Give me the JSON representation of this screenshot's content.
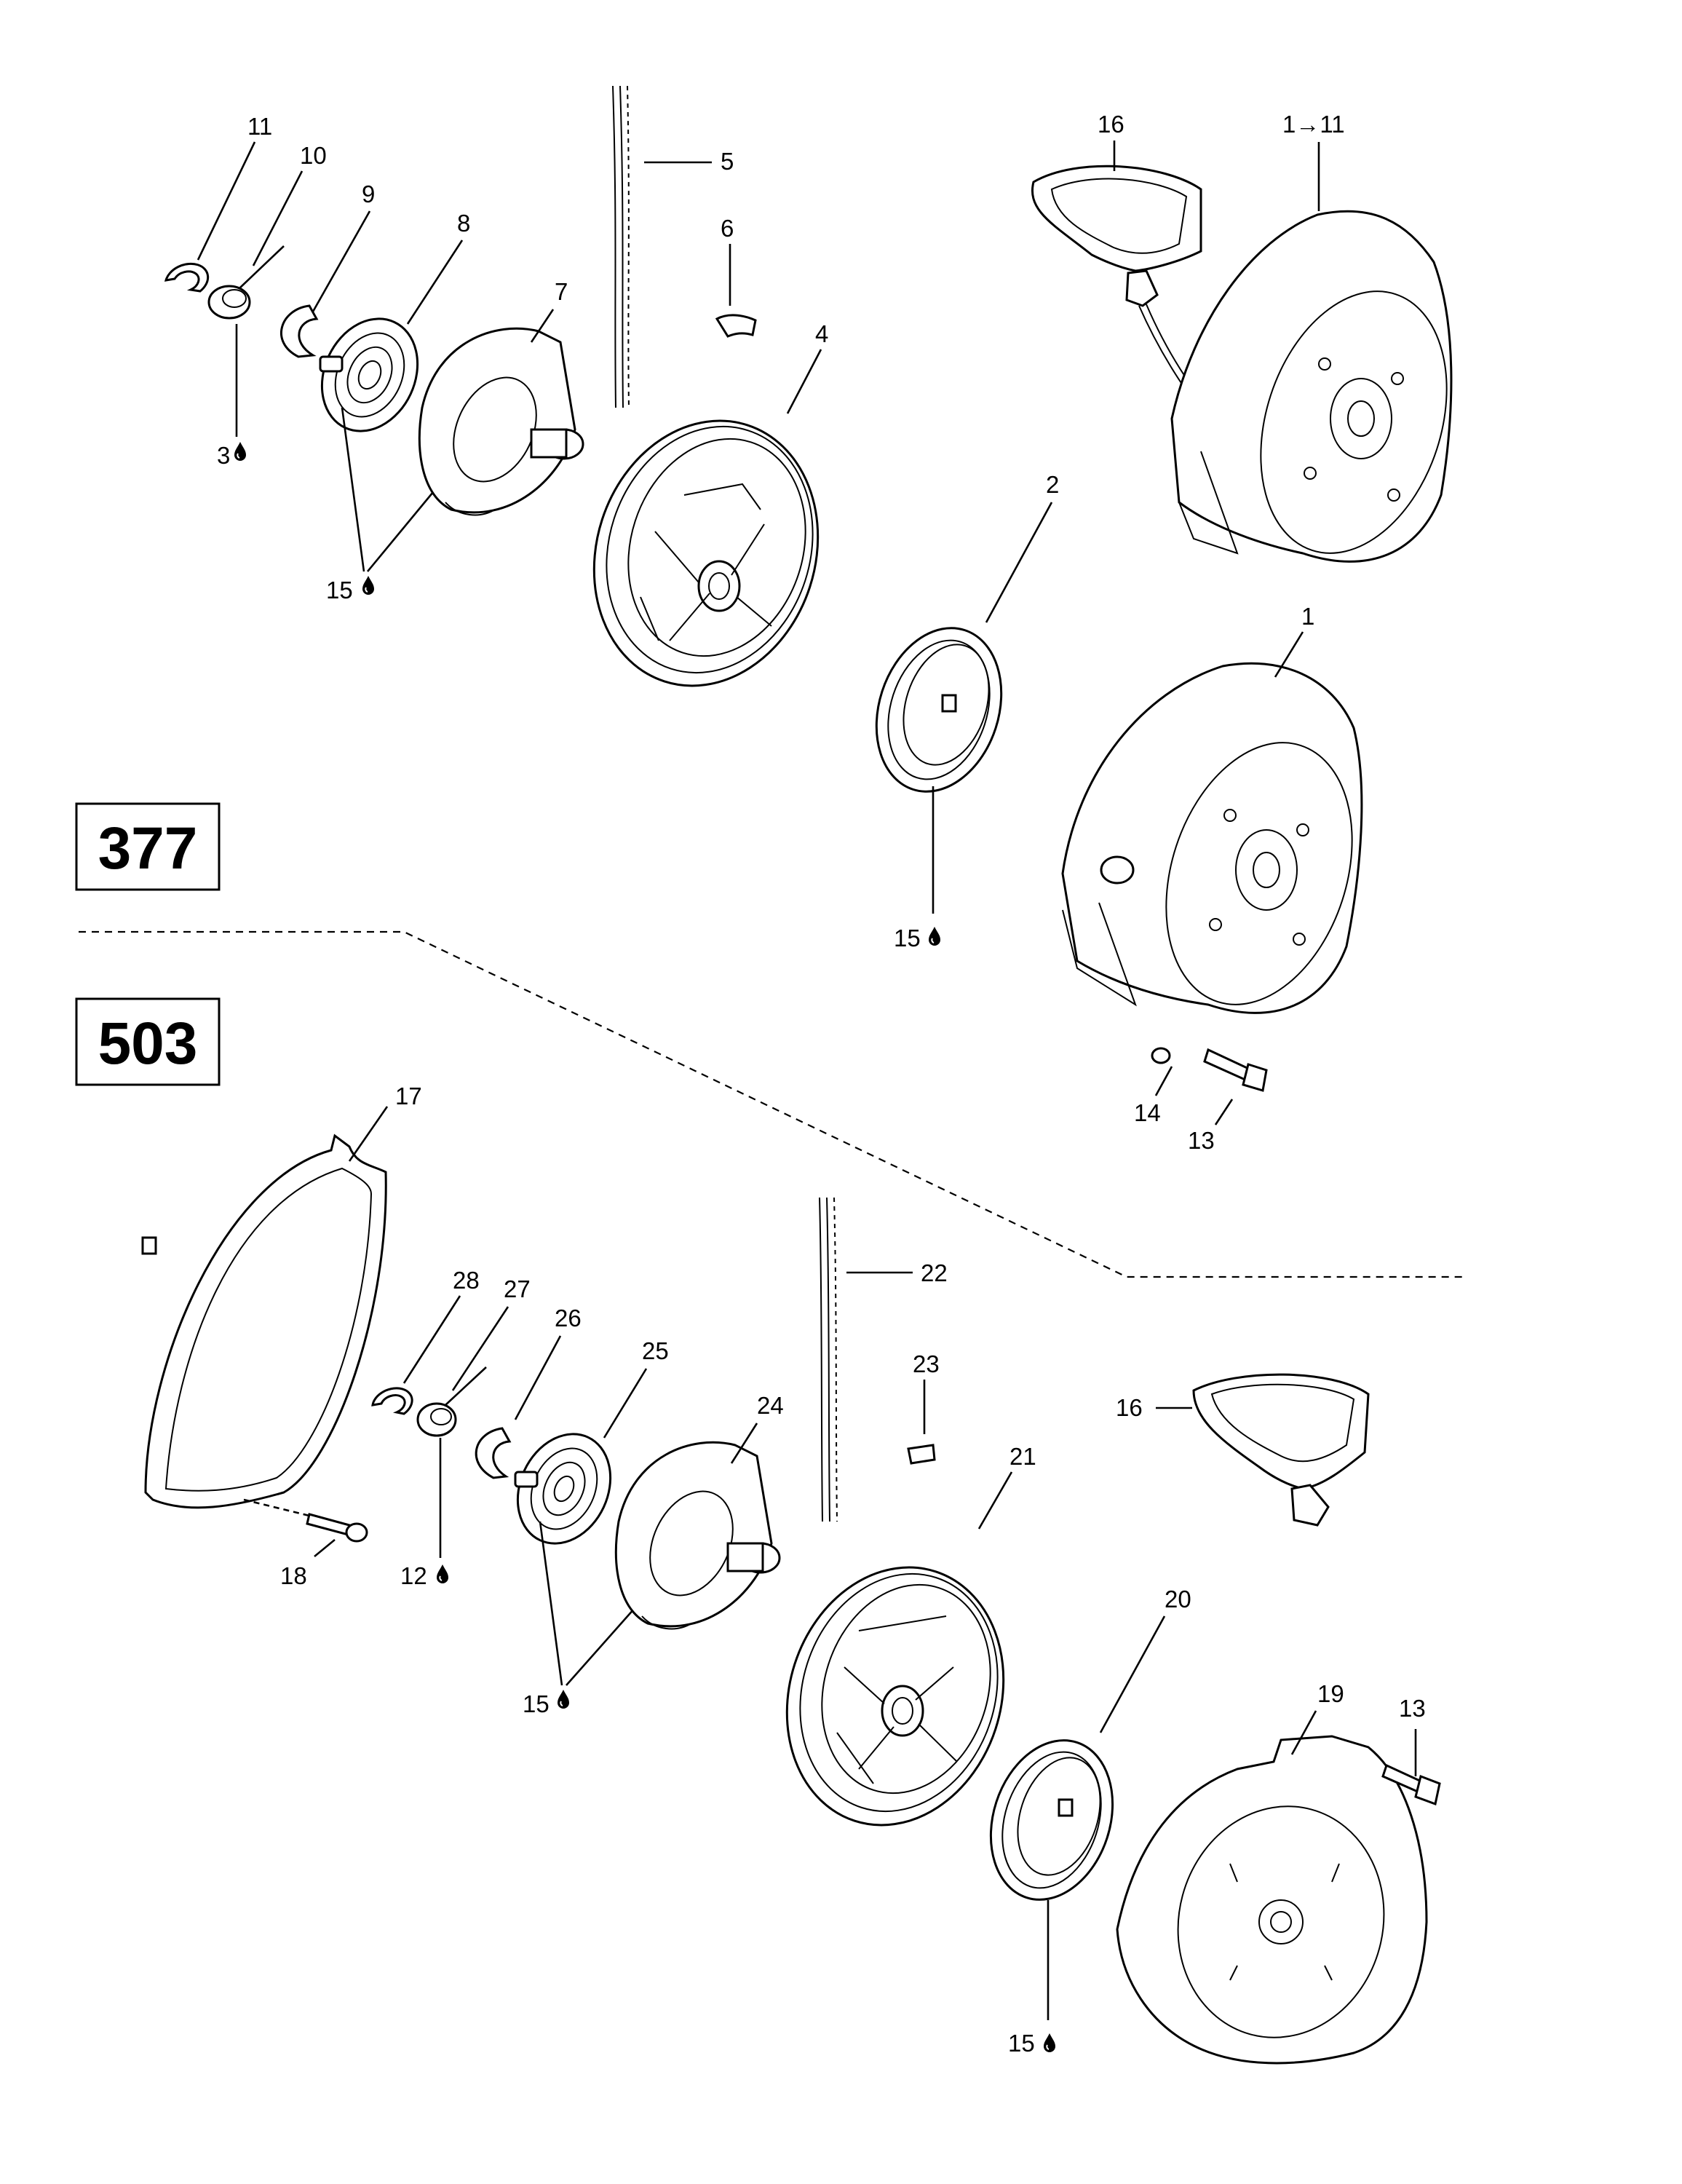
{
  "models": {
    "top": "377",
    "bottom": "503"
  },
  "callouts": {
    "c1_11": "1→11",
    "c16a": "16",
    "c11": "11",
    "c10": "10",
    "c9": "9",
    "c8": "8",
    "c7": "7",
    "c5": "5",
    "c6": "6",
    "c4": "4",
    "c3": "3",
    "c15a": "15",
    "c2": "2",
    "c1": "1",
    "c15b": "15",
    "c14": "14",
    "c13a": "13",
    "c17": "17",
    "c28": "28",
    "c27": "27",
    "c26": "26",
    "c25": "25",
    "c24": "24",
    "c22": "22",
    "c23": "23",
    "c16b": "16",
    "c21": "21",
    "c18": "18",
    "c12": "12",
    "c15c": "15",
    "c20": "20",
    "c19": "19",
    "c13b": "13",
    "c15d": "15"
  },
  "symbols": {
    "lubricant": "oil-drop-icon"
  }
}
